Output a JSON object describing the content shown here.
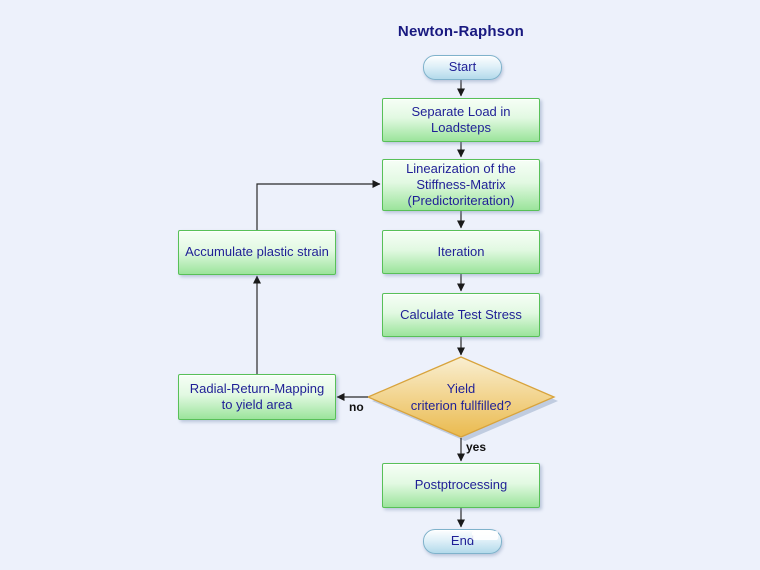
{
  "diagram": {
    "title": "Newton-Raphson",
    "nodes": {
      "start": {
        "label": "Start",
        "type": "terminator"
      },
      "separate_load": {
        "label": "Separate Load in\nLoadsteps",
        "type": "process"
      },
      "linearization": {
        "label": "Linearization of the\nStiffness-Matrix\n(Predictoriteration)",
        "type": "process"
      },
      "iteration": {
        "label": "Iteration",
        "type": "process"
      },
      "calc_stress": {
        "label": "Calculate Test Stress",
        "type": "process"
      },
      "yield_check": {
        "label": "Yield\ncriterion fullfilled?",
        "type": "decision"
      },
      "radial_return": {
        "label": "Radial-Return-Mapping\nto yield area",
        "type": "process"
      },
      "accumulate": {
        "label": "Accumulate plastic strain",
        "type": "process"
      },
      "postprocess": {
        "label": "Postptrocessing",
        "type": "process"
      },
      "end": {
        "label": "End",
        "type": "terminator"
      }
    },
    "edge_labels": {
      "yes": "yes",
      "no": "no"
    },
    "colors": {
      "background": "#edf1fb",
      "process_fill_top": "#f6fef6",
      "process_fill_bottom": "#9be49b",
      "process_border": "#58c058",
      "decision_fill_top": "#f9efd2",
      "decision_fill_bottom": "#eaba4e",
      "decision_border": "#d8a33c",
      "terminator_fill_top": "#fdfeff",
      "terminator_fill_bottom": "#b3daeb",
      "terminator_border": "#7fb2cb",
      "text": "#1f1f96",
      "connector": "#2a2a2a"
    }
  }
}
